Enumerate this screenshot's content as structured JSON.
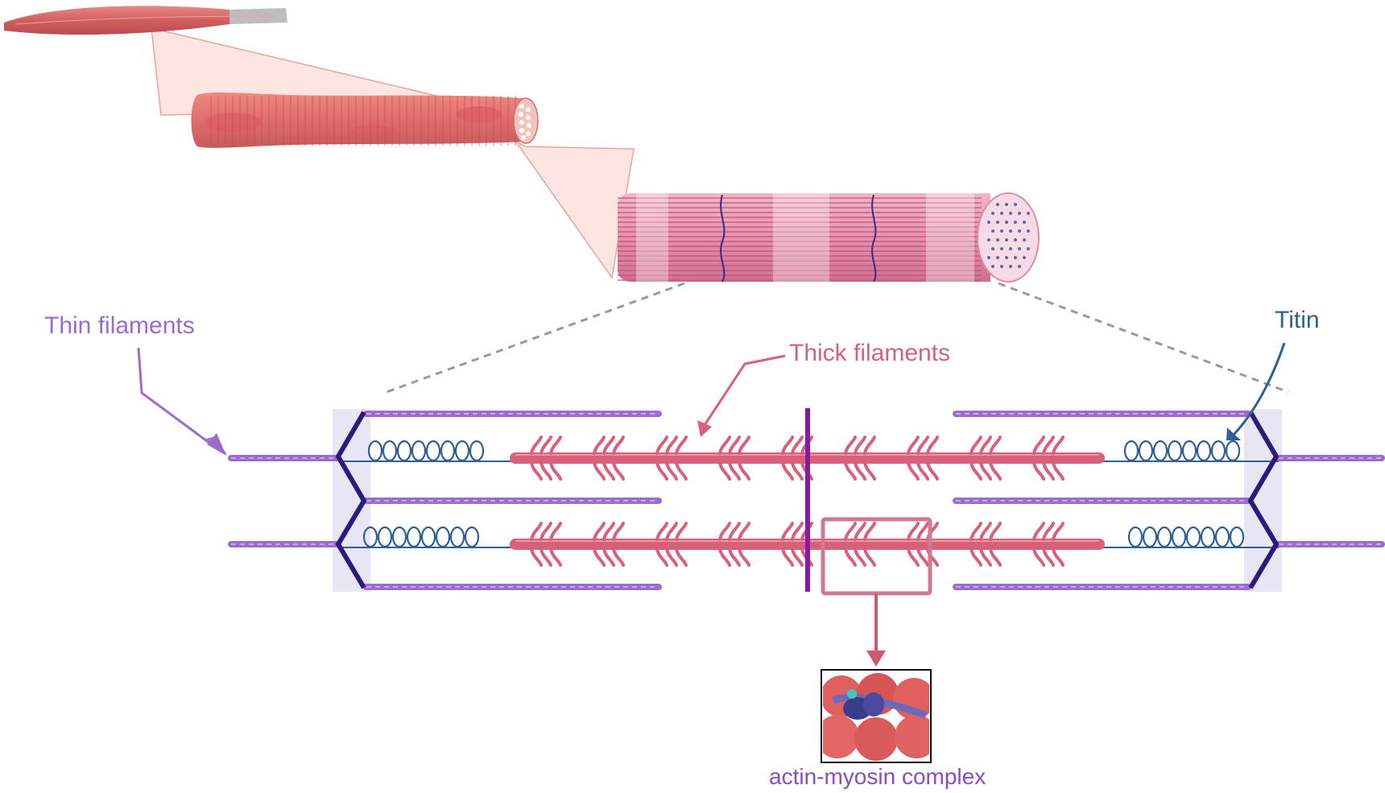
{
  "labels": {
    "thin_filaments": "Thin filaments",
    "thick_filaments": "Thick filaments",
    "titin": "Titin",
    "actin_myosin": "actin-myosin complex"
  },
  "colors": {
    "thin": "#9b6bd0",
    "thick": "#d9607a",
    "titin": "#2f5f96",
    "zdisc": "#2a1c7a",
    "mline": "#8a1a9b",
    "muscle": "#d96a6a",
    "zoom_cone": "#fde6e2"
  }
}
